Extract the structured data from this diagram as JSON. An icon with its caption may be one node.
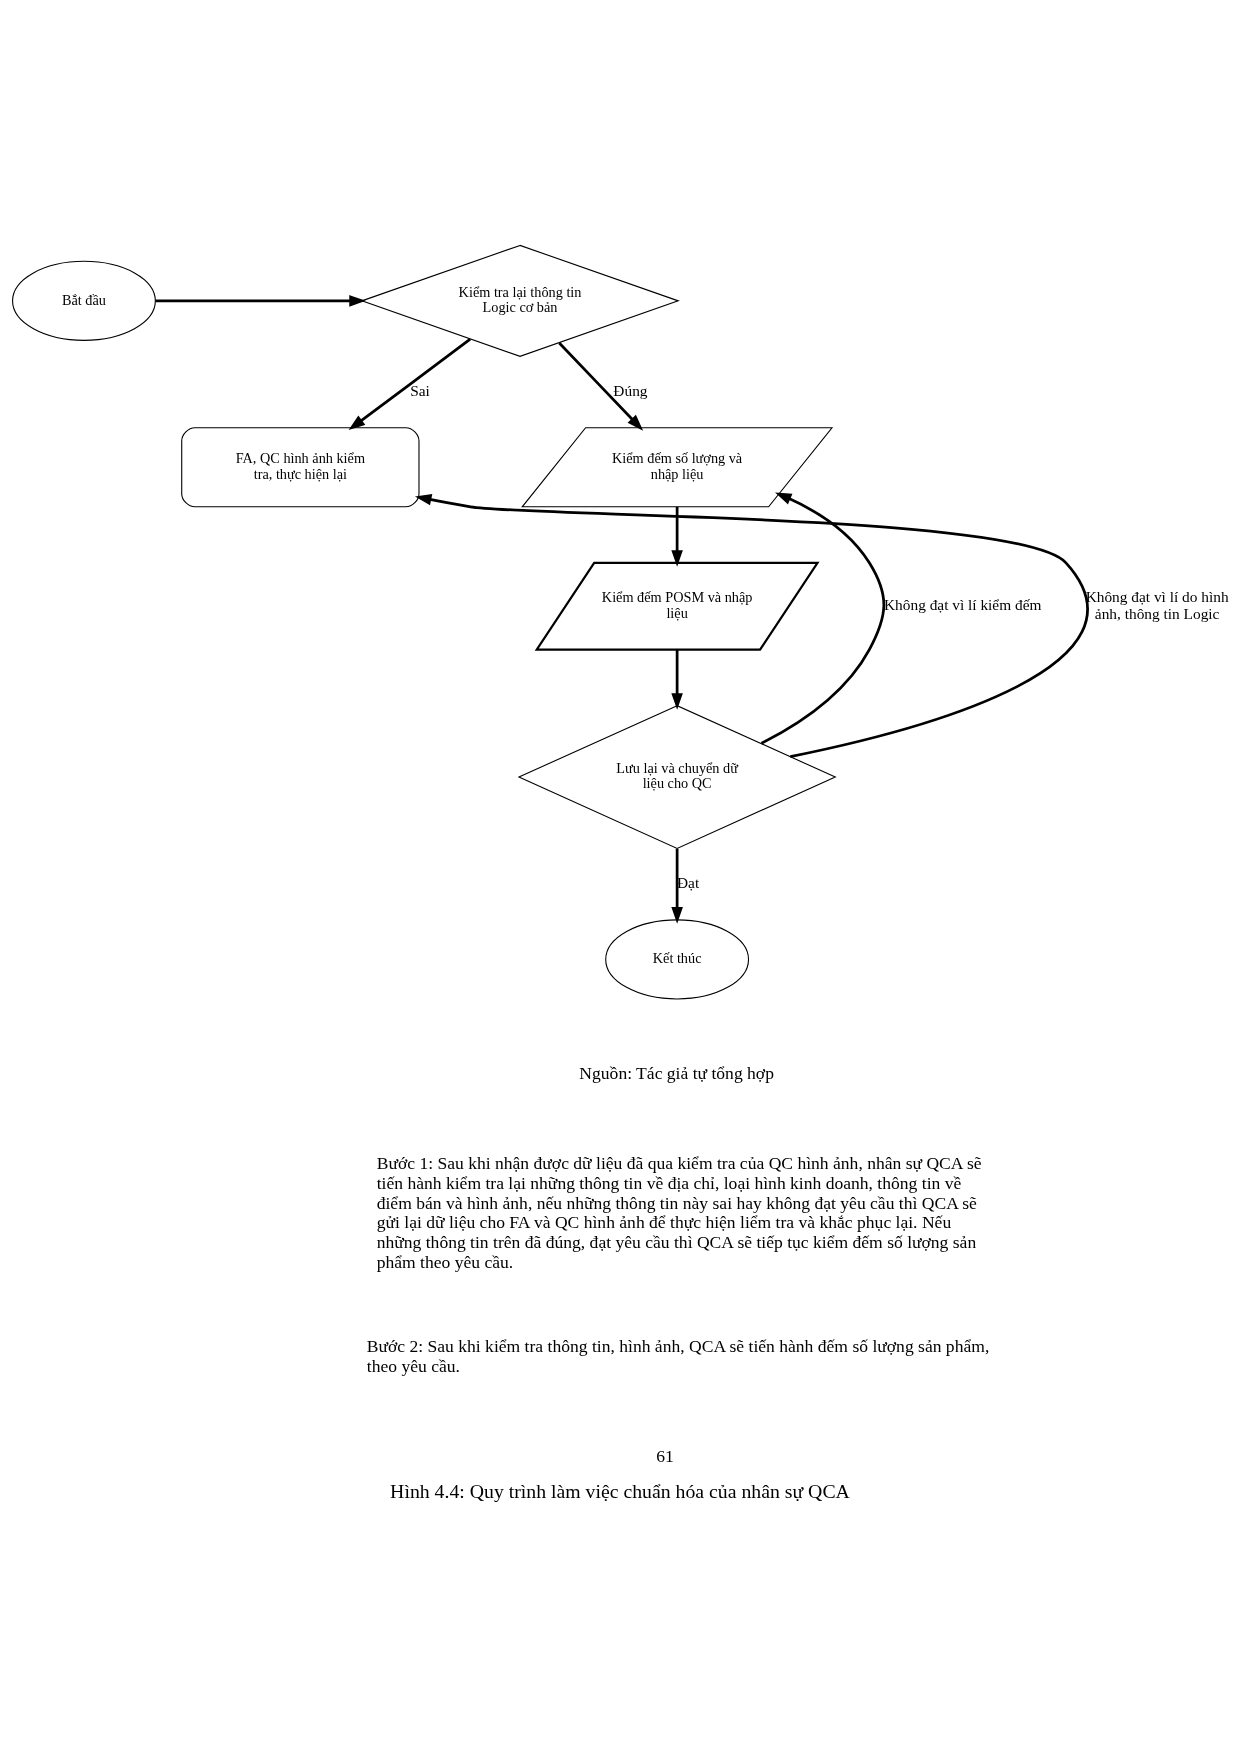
{
  "diagram": {
    "caption": "Hình 4.4: Quy trình làm việc chuẩn hóa của nhân sự QCA",
    "nodes": [
      {
        "text": [
          "Bắt đầu"
        ]
      },
      {
        "text": [
          "Kiểm tra lại thông tin Logic cơ bản"
        ]
      },
      {
        "text": [
          "Kiểm đếm số lượng và nhập liệu"
        ]
      },
      {
        "text": [
          "FA, QC hình ảnh kiểm tra, thực hiện lại"
        ]
      },
      {
        "text": [
          "Kiểm đếm POSM và nhập liệu"
        ]
      },
      {
        "text": [
          "Lưu lại và chuyển dữ liệu cho QC"
        ]
      },
      {
        "text": [
          "Kết thúc"
        ]
      }
    ],
    "edges": [
      {
        "from": 0,
        "to": 1,
        "arrow": "to"
      },
      {
        "from": 1,
        "to": 3,
        "arrow": "to",
        "label": "Sai"
      },
      {
        "from": 1,
        "to": 2,
        "arrow": "to",
        "label": "Đúng"
      },
      {
        "from": 2,
        "to": 4,
        "arrow": "to"
      },
      {
        "from": 4,
        "to": 5,
        "arrow": "to"
      },
      {
        "from": 5,
        "to": 3,
        "arrow": "to",
        "label": "Không đạt vì lí do hình ảnh, thông tin Logic"
      },
      {
        "from": 5,
        "to": 2,
        "arrow": "to",
        "label": "Không đạt vì lí kiểm đếm"
      },
      {
        "from": 5,
        "to": 6,
        "arrow": "to",
        "label": "Đạt"
      }
    ],
    "labels": [
      "Nguồn: Tác giả tự tổng hợp",
      "Bước 1: Sau khi nhận được dữ liệu đã qua kiểm tra của QC hình ảnh, nhân sự QCA sẽ tiến hành kiểm tra lại những thông tin về địa chỉ, loại hình kinh doanh, thông tin về điểm bán và hình ảnh, nếu những thông tin này sai hay không đạt yêu cầu thì QCA sẽ gửi lại dữ liệu cho FA và QC hình ảnh để thực hiện liểm tra và khắc phục lại. Nếu những thông tin trên đã đúng, đạt yêu cầu thì QCA sẽ tiếp tục kiểm đếm số lượng sản phẩm theo yêu cầu.",
      "Bước 2: Sau khi kiểm tra thông tin, hình ảnh, QCA sẽ tiến hành đếm số lượng sản phẩm, theo yêu cầu.",
      "61"
    ]
  }
}
